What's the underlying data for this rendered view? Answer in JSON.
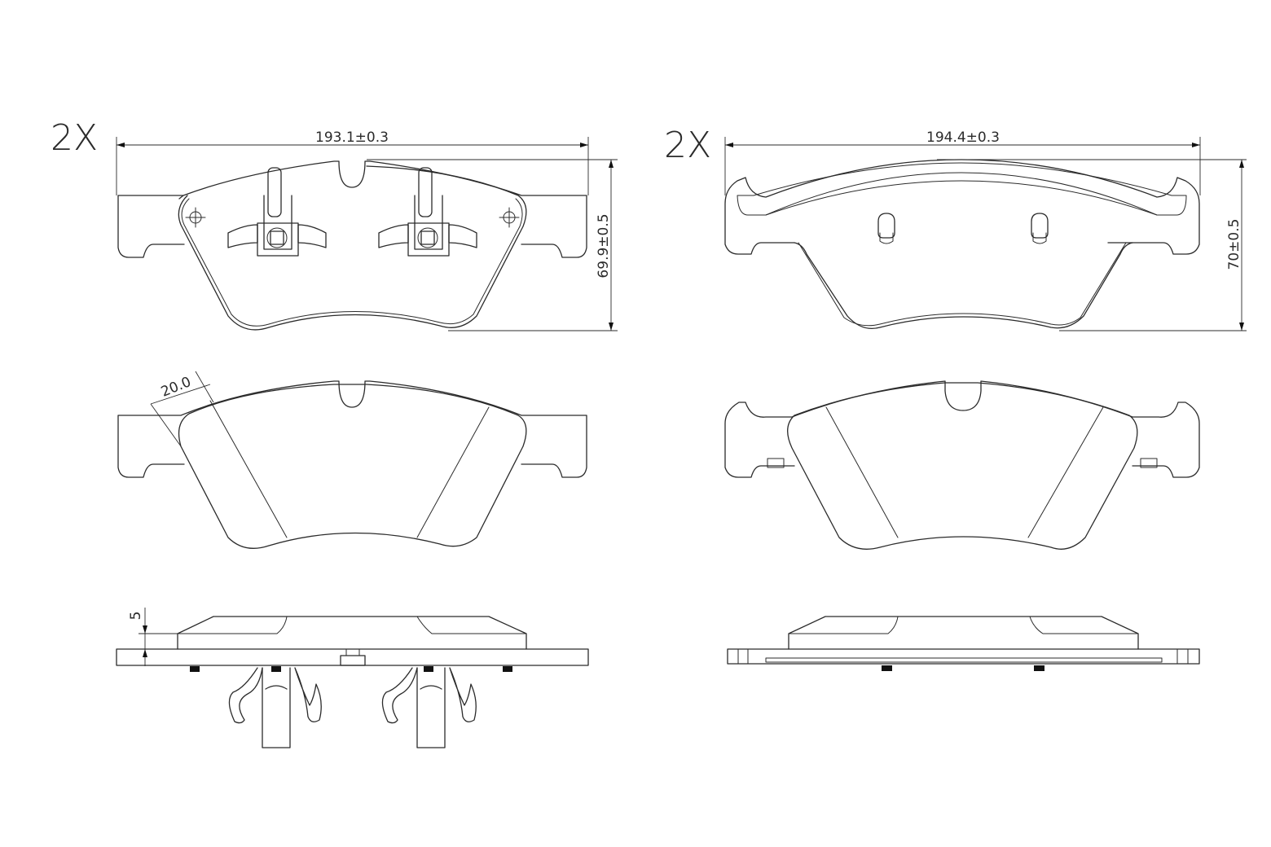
{
  "left_pad": {
    "quantity": "2X",
    "width_dimension": "193.1±0.3",
    "height_dimension": "69.9±0.5",
    "chamfer_dimension": "20.0",
    "thickness_dimension": "5"
  },
  "right_pad": {
    "quantity": "2X",
    "width_dimension": "194.4±0.3",
    "height_dimension": "70±0.5"
  }
}
